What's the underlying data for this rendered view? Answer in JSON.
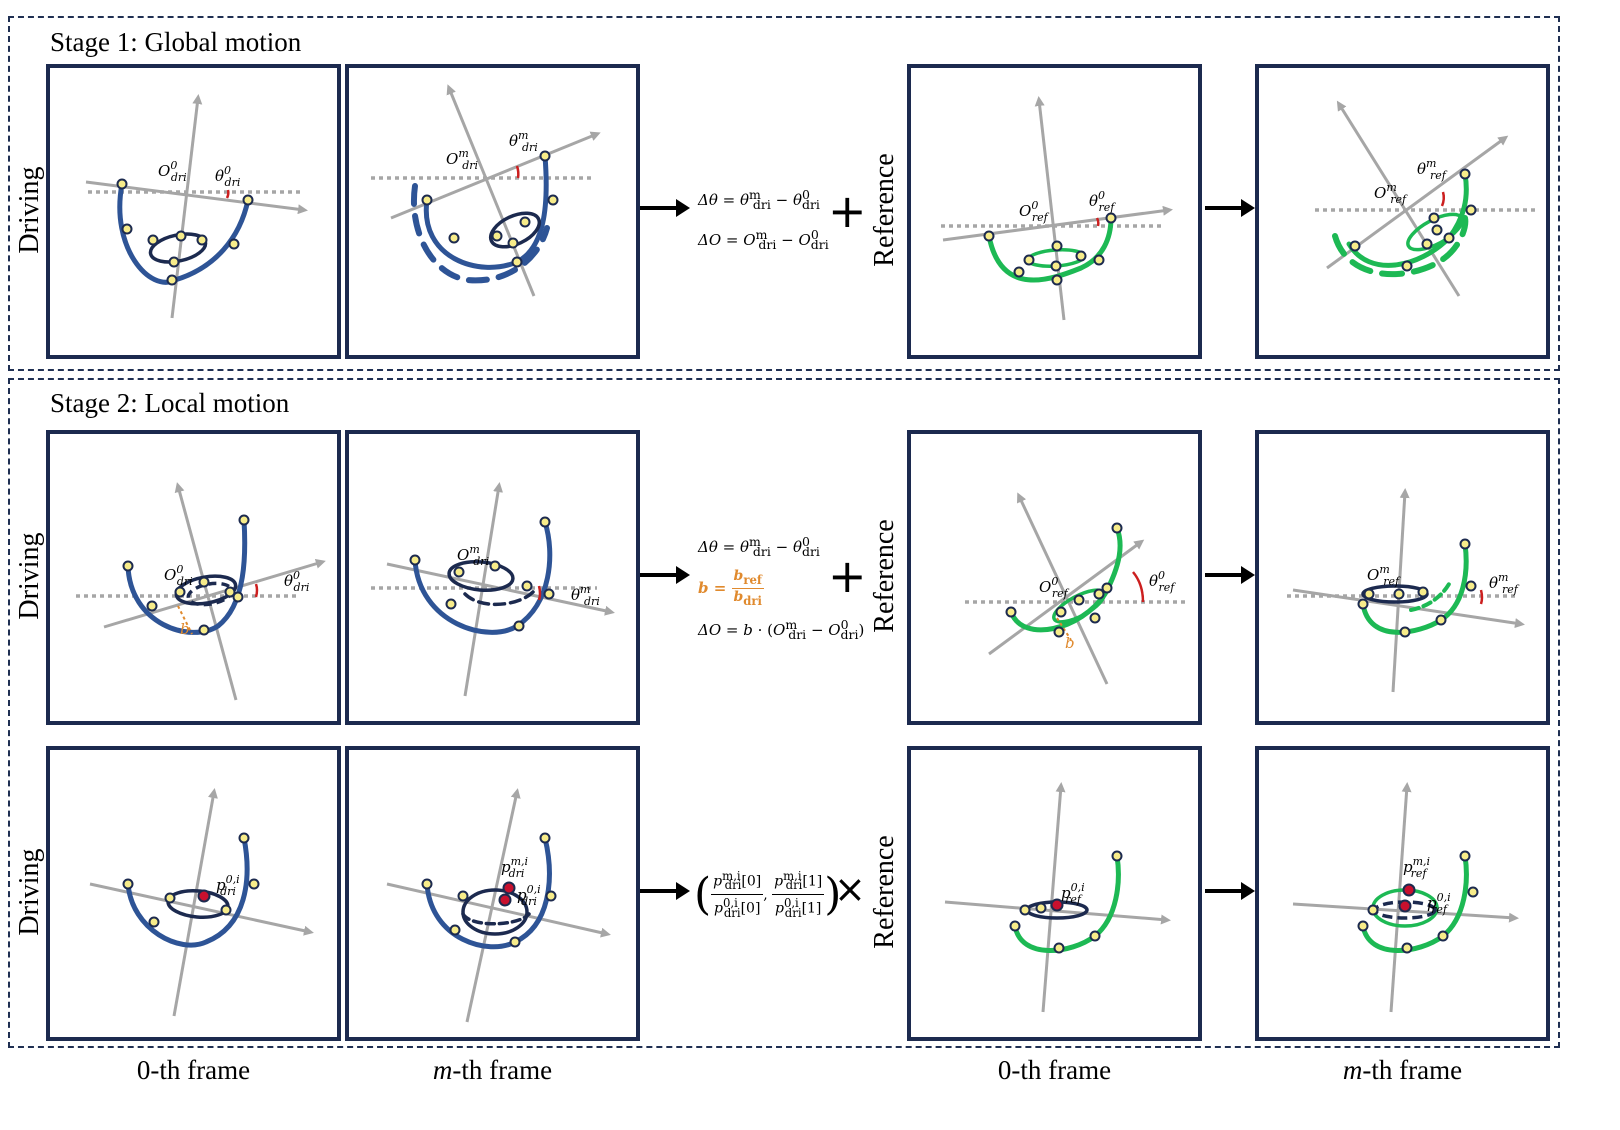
{
  "stages": [
    {
      "title": "Stage 1: Global motion"
    },
    {
      "title": "Stage 2: Local motion"
    }
  ],
  "row_labels": {
    "driving": "Driving",
    "reference": "Reference"
  },
  "column_labels": {
    "frame0": "0-th frame",
    "frame_m_prefix": "m",
    "frame_m_suffix": "-th frame"
  },
  "operators": {
    "plus": "+",
    "times": "×"
  },
  "formulas": {
    "stage1_line1": "Δθ = θ^m_dri − θ^0_dri",
    "stage1_line2": "ΔO = O^m_dri − O^0_dri",
    "stage2_line1": "Δθ = θ^m_dri − θ^0_dri",
    "stage2_line2": "b = b_ref / b_dri",
    "stage2_line3": "ΔO = b · (O^m_dri − O^0_dri)",
    "stage3": "(p^{m,i}_dri[0] / p^{0,i}_dri[0], p^{m,i}_dri[1] / p^{0,i}_dri[1])"
  },
  "panel_labels": {
    "O_dri_0": "O",
    "theta": "θ",
    "sub_dri": "dri",
    "sub_ref": "ref",
    "sup_0": "0",
    "sup_m": "m",
    "b": "b",
    "p": "p",
    "sup_0i": "0,i",
    "sup_mi": "m,i"
  },
  "colors": {
    "driving_stroke": "#2e5496",
    "reference_stroke": "#1db954",
    "axis_gray": "#a6a6a6",
    "angle_red": "#cc1f1f",
    "point_fill": "#f7ec8a",
    "point_stroke": "#1c2a4f",
    "highlight_point": "#c8102e",
    "accent_orange": "#e08a2e",
    "frame_border": "#1c2a4f"
  }
}
